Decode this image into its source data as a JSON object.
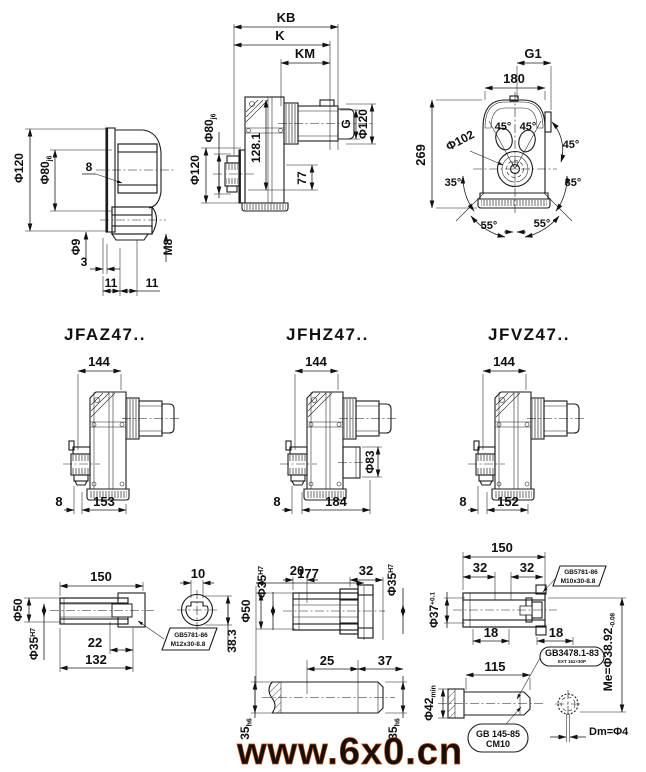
{
  "watermark": {
    "text": "www.6x0.cn",
    "color": "#ee6a00"
  },
  "view_flange": {
    "phi120": "Φ120",
    "phi80": "Φ80",
    "phi80_tol": "j6",
    "key": "8",
    "phi9": "Φ9",
    "m8": "M8",
    "d3": "3",
    "d11a": "11",
    "d11b": "11"
  },
  "view_front": {
    "kb": "KB",
    "k": "K",
    "km": "KM",
    "g": "G",
    "phi120_motor": "Φ120",
    "phi120": "Φ120",
    "phi80": "Φ80",
    "phi80_tol": "j6",
    "h128": "128.1",
    "h77": "77"
  },
  "view_top": {
    "g1": "G1",
    "w180": "180",
    "h269": "269",
    "phi102": "Φ102",
    "a45a": "45°",
    "a45b": "45°",
    "a45c": "45°",
    "a35a": "35°",
    "a35b": "35°",
    "a55a": "55°",
    "a55b": "55°"
  },
  "variants": [
    {
      "title": "JFAZ47..",
      "w144": "144",
      "d8": "8",
      "len": "153"
    },
    {
      "title": "JFHZ47..",
      "w144": "144",
      "d8": "8",
      "len": "184",
      "phi83": "Φ83"
    },
    {
      "title": "JFVZ47..",
      "w144": "144",
      "d8": "8",
      "len": "152"
    }
  ],
  "shaft_hollow": {
    "len": "150",
    "d22": "22",
    "d132": "132",
    "phi50": "Φ50",
    "phi35": "Φ35",
    "phi35_tol": "H7",
    "key10": "10",
    "h383": "38.3",
    "bolt_std": "GB5781-86",
    "bolt_spec": "M12x30-8.8"
  },
  "shaft_solid": {
    "len": "177",
    "d20": "20",
    "d32": "32",
    "phi35l": "Φ35",
    "phi35l_tol": "H7",
    "phi50": "Φ50",
    "phi35r": "Φ35",
    "phi35r_tol": "H7",
    "d25": "25",
    "d37": "37",
    "h35a": "35",
    "h35a_tol": "h6",
    "h35b": "35",
    "h35b_tol": "h6"
  },
  "shaft_spline": {
    "len": "150",
    "d32a": "32",
    "d32b": "32",
    "bolt_std": "GB5781-86",
    "bolt_spec": "M10x30-8.8",
    "phi37": "Φ37",
    "phi37_tol": "+0.1",
    "d18a": "18",
    "d18b": "18",
    "spline_std": "GB3478.1-83",
    "spline_spec": "EXT 16z×30P",
    "d115": "115",
    "phi42": "Φ42",
    "phi42_tol": "min",
    "center_std": "GB 145-85",
    "center_spec": "CM10",
    "me": "Me=Φ38.92",
    "me_tol": "-0.08",
    "dm": "Dm=Φ4"
  }
}
